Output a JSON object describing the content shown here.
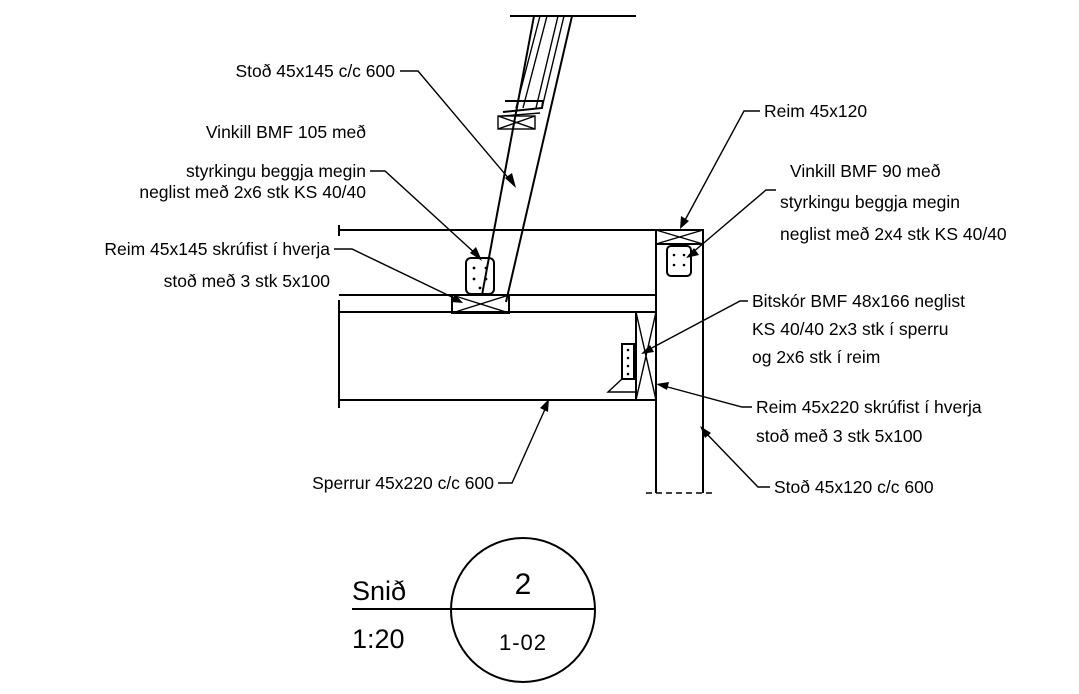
{
  "labels": {
    "stod_145": "Stoð 45x145 c/c 600",
    "vinkill_105_l1": "Vinkill BMF 105 með",
    "vinkill_105_l2": "styrkingu beggja megin",
    "vinkill_105_l3": "neglist með 2x6 stk KS 40/40",
    "reim_145_l1": "Reim 45x145 skrúfist í hverja",
    "reim_145_l2": "stoð með 3 stk 5x100",
    "sperrur": "Sperrur 45x220 c/c 600",
    "reim_120": "Reim 45x120",
    "vinkill_90_l1": "Vinkill BMF 90 með",
    "vinkill_90_l2": "styrkingu beggja megin",
    "vinkill_90_l3": "neglist með 2x4 stk KS 40/40",
    "bitskor_l1": "Bitskór BMF 48x166 neglist",
    "bitskor_l2": "KS 40/40 2x3 stk í sperru",
    "bitskor_l3": "og 2x6 stk í reim",
    "reim_220_l1": "Reim 45x220 skrúfist í hverja",
    "reim_220_l2": "stoð með 3 stk 5x100",
    "stod_120": "Stoð 45x120 c/c 600"
  },
  "section_mark": {
    "label": "Snið",
    "scale": "1:20",
    "number": "2",
    "sheet": "1-02"
  }
}
